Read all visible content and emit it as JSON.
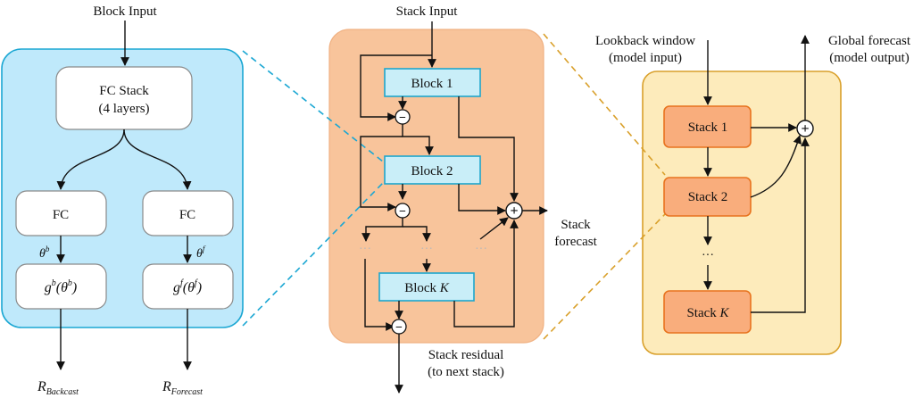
{
  "colors": {
    "panel_block": "#bfe9fb",
    "panel_stack": "#f8c49b",
    "panel_model": "#fdebbb",
    "block_box": "#c9eef8",
    "stack_box": "#f9ad7c",
    "connector_block": "#1ba7d3",
    "connector_model": "#d9a02b"
  },
  "block_panel": {
    "input_label": "Block Input",
    "fc_stack_line1": "FC Stack",
    "fc_stack_line2": "(4 layers)",
    "fc_left": "FC",
    "fc_right": "FC",
    "theta_b": "θ",
    "theta_b_sup": "b",
    "theta_f": "θ",
    "theta_f_sup": "f",
    "g_b": "g",
    "g_b_sup": "b",
    "g_b_arg": "(θ",
    "g_b_arg_sup": "b",
    "g_b_close": ")",
    "g_f": "g",
    "g_f_sup": "f",
    "g_f_arg": "(θ",
    "g_f_arg_sup": "f",
    "g_f_close": ")",
    "r_backcast": "R",
    "r_backcast_sub": "Backcast",
    "r_forecast": "R",
    "r_forecast_sub": "Forecast"
  },
  "stack_panel": {
    "input_label": "Stack Input",
    "block1": "Block 1",
    "block2": "Block 2",
    "blockk_prefix": "Block ",
    "blockk_var": "K",
    "minus": "−",
    "plus": "+",
    "dots": "···",
    "forecast_line1": "Stack",
    "forecast_line2": "forecast",
    "residual_line1": "Stack residual",
    "residual_line2": "(to next stack)"
  },
  "model_panel": {
    "lookback_line1": "Lookback window",
    "lookback_line2": "(model input)",
    "global_line1": "Global forecast",
    "global_line2": "(model output)",
    "stack1": "Stack 1",
    "stack2": "Stack 2",
    "stackk_prefix": "Stack ",
    "stackk_var": "K",
    "plus": "+",
    "dots": "···"
  }
}
